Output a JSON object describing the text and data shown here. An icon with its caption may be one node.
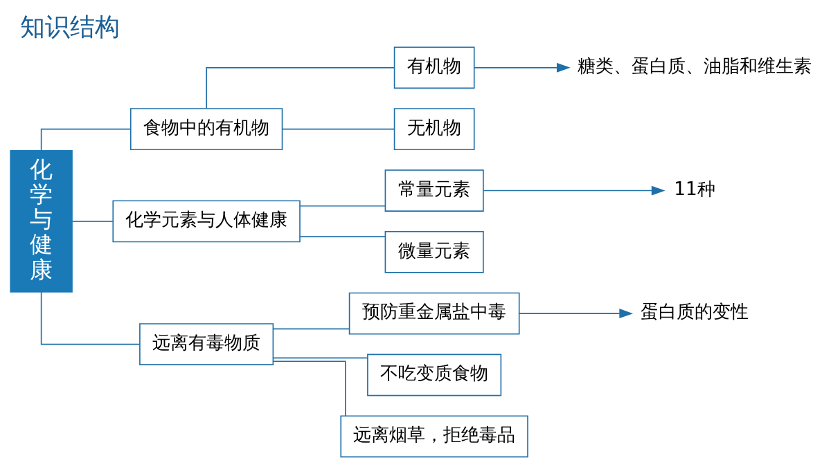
{
  "diagram": {
    "title": "知识结构",
    "nodes": [
      {
        "text": [
          "化学与健康"
        ]
      },
      {
        "text": [
          "食物中的有机物"
        ]
      },
      {
        "text": [
          "有机物"
        ]
      },
      {
        "text": [
          "糖类、蛋白质、油脂和维生素"
        ]
      },
      {
        "text": [
          "无机物"
        ]
      },
      {
        "text": [
          "化学元素与人体健康"
        ]
      },
      {
        "text": [
          "常量元素"
        ]
      },
      {
        "text": [
          "11种"
        ]
      },
      {
        "text": [
          "微量元素"
        ]
      },
      {
        "text": [
          "远离有毒物质"
        ]
      },
      {
        "text": [
          "预防重金属盐中毒"
        ]
      },
      {
        "text": [
          "蛋白质的变性"
        ]
      },
      {
        "text": [
          "不吃变质食物"
        ]
      },
      {
        "text": [
          "远离烟草，拒绝毒品"
        ]
      }
    ],
    "edges": [
      {
        "from": 0,
        "to": 1,
        "arrow": "none"
      },
      {
        "from": 0,
        "to": 5,
        "arrow": "none"
      },
      {
        "from": 0,
        "to": 9,
        "arrow": "none"
      },
      {
        "from": 1,
        "to": 2,
        "arrow": "none"
      },
      {
        "from": 1,
        "to": 4,
        "arrow": "none"
      },
      {
        "from": 2,
        "to": 3,
        "arrow": "to"
      },
      {
        "from": 5,
        "to": 6,
        "arrow": "none"
      },
      {
        "from": 5,
        "to": 8,
        "arrow": "none"
      },
      {
        "from": 6,
        "to": 7,
        "arrow": "to"
      },
      {
        "from": 9,
        "to": 10,
        "arrow": "none"
      },
      {
        "from": 9,
        "to": 12,
        "arrow": "none"
      },
      {
        "from": 9,
        "to": 13,
        "arrow": "none"
      },
      {
        "from": 10,
        "to": 11,
        "arrow": "to"
      }
    ]
  }
}
